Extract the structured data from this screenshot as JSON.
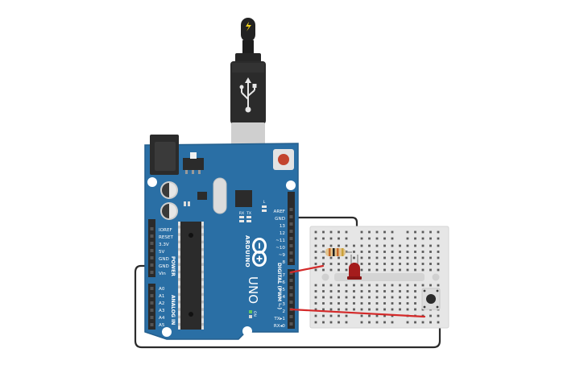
{
  "board": {
    "brand": "ARDUINO",
    "model": "UNO",
    "on_label": "ON",
    "led_l": "L",
    "led_tx": "TX",
    "led_rx": "RX",
    "power_header_title": "POWER",
    "analog_header_title": "ANALOG IN",
    "digital_header_title": "DIGITAL (PWM ~)",
    "power_pins": [
      "IOREF",
      "RESET",
      "3.3V",
      "5V",
      "GND",
      "GND",
      "Vin"
    ],
    "analog_pins": [
      "A0",
      "A1",
      "A2",
      "A3",
      "A4",
      "A5"
    ],
    "digital_pins_top": [
      "AREF",
      "GND",
      "13",
      "12",
      "~11",
      "~10",
      "~9",
      "8"
    ],
    "digital_pins_bottom": [
      "7",
      "~6",
      "~5",
      "4",
      "~3",
      "2",
      "TX▸1",
      "RX◂0"
    ]
  },
  "colors": {
    "board": "#2a6fa5",
    "board_edge": "#245f8d",
    "header": "#2b2b2b",
    "wire_black": "#2b2b2b",
    "wire_red": "#d42a2a",
    "led_red": "#a51c1c",
    "breadboard": "#e6e6e6",
    "usb_cable": "#222222",
    "usb_metal": "#cfcfcf"
  },
  "icons": {
    "usb": "usb-symbol-icon",
    "lightning": "lightning-icon",
    "logo": "arduino-infinity-logo-icon"
  }
}
